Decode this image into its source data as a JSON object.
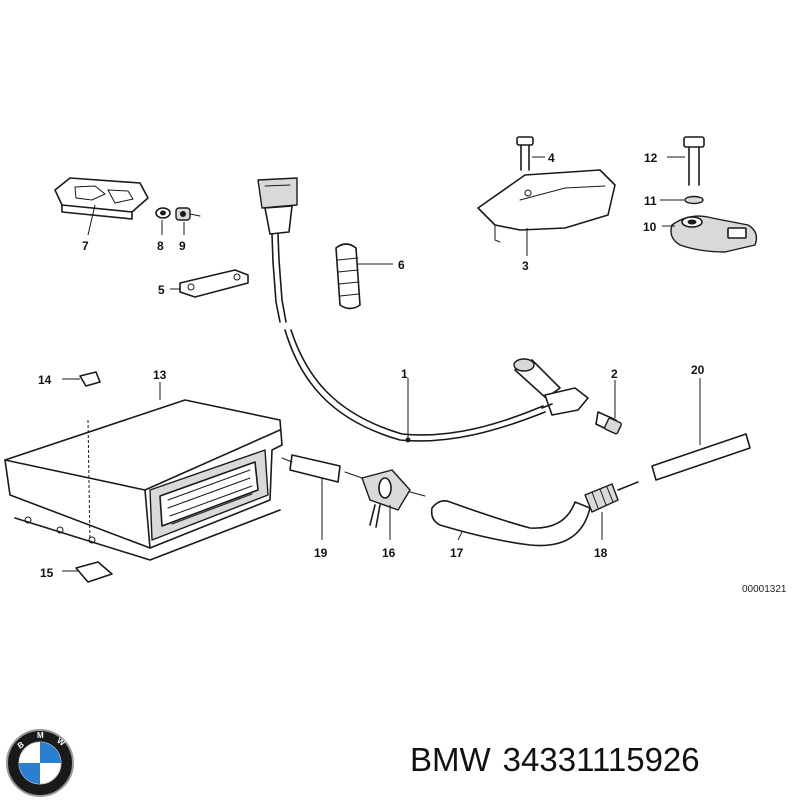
{
  "diagram": {
    "callouts": [
      "1",
      "2",
      "3",
      "4",
      "5",
      "6",
      "7",
      "8",
      "9",
      "10",
      "11",
      "12",
      "13",
      "14",
      "15",
      "16",
      "17",
      "18",
      "19",
      "20"
    ],
    "reference_code": "00001321",
    "colors": {
      "ink": "#1a1a1a",
      "logo_blue": "#2b7fd0",
      "logo_ring": "#1a1a1a"
    }
  },
  "caption": {
    "brand": "BMW",
    "part_number": "34331115926"
  },
  "logo": {
    "icon": "bmw-roundel-icon",
    "lettering": "BMW"
  }
}
